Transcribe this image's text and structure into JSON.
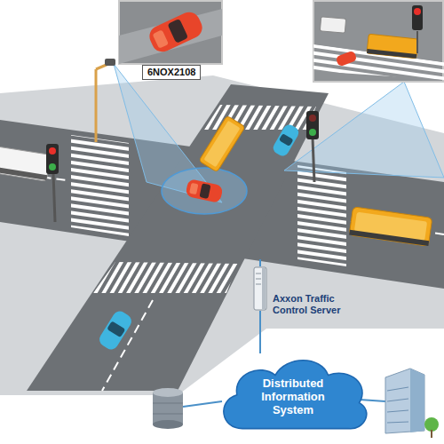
{
  "diagram": {
    "nodes": [
      {
        "text": [
          "6NOX2108"
        ]
      },
      {
        "text": [
          "Axxon Traffic Control Server"
        ]
      },
      {
        "text": [
          "Distributed Information System"
        ]
      }
    ],
    "edges": [
      {
        "from": 1,
        "to": 2,
        "arrow": "none"
      }
    ]
  }
}
